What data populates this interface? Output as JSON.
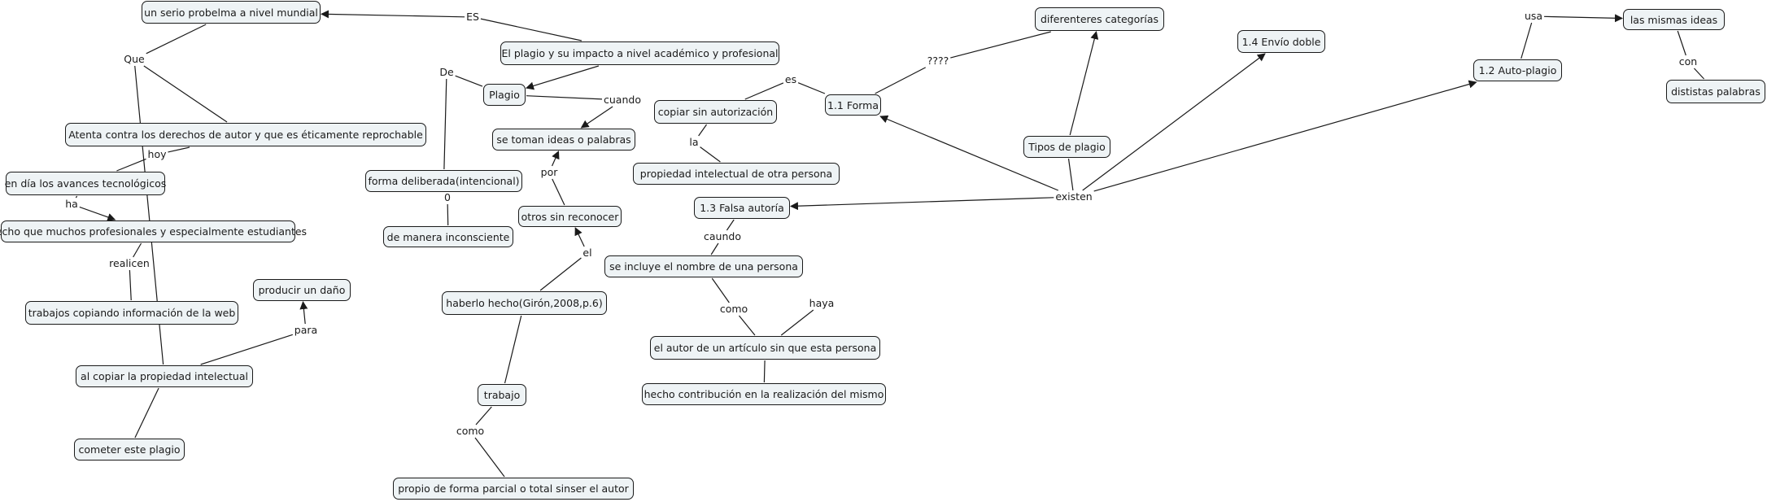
{
  "diagram": {
    "type": "concept-map",
    "colors": {
      "node_fill": "#eef3f5",
      "node_border": "#1a1a1a",
      "line": "#1a1a1a",
      "background": "#ffffff"
    },
    "nodes": [
      {
        "id": "n1",
        "label": "un serio probelma a nivel mundial"
      },
      {
        "id": "n2",
        "label": "El plagio y su impacto a nivel académico y profesional"
      },
      {
        "id": "n3",
        "label": "Plagio"
      },
      {
        "id": "n4",
        "label": "se toman ideas o palabras"
      },
      {
        "id": "n5",
        "label": "Atenta contra los derechos de autor y que es éticamente reprochable"
      },
      {
        "id": "n6",
        "label": "en día los avances tecnológicos"
      },
      {
        "id": "n7",
        "label": "hecho que muchos profesionales y especialmente estudiantes"
      },
      {
        "id": "n8",
        "label": "trabajos copiando información de la web"
      },
      {
        "id": "n9",
        "label": "producir un daño"
      },
      {
        "id": "n10",
        "label": "al copiar la propiedad intelectual"
      },
      {
        "id": "n11",
        "label": "cometer este plagio"
      },
      {
        "id": "n12",
        "label": "forma deliberada(intencional)"
      },
      {
        "id": "n13",
        "label": "de manera inconsciente"
      },
      {
        "id": "n14",
        "label": "otros sin reconocer"
      },
      {
        "id": "n15",
        "label": "haberlo hecho(Girón,2008,p.6)"
      },
      {
        "id": "n16",
        "label": "trabajo"
      },
      {
        "id": "n17",
        "label": "propio de forma parcial o total sinser el autor"
      },
      {
        "id": "n18",
        "label": "copiar sin autorización"
      },
      {
        "id": "n19",
        "label": "propiedad intelectual de otra persona"
      },
      {
        "id": "n20",
        "label": "1.3 Falsa autoría"
      },
      {
        "id": "n21",
        "label": "se incluye el nombre de una persona"
      },
      {
        "id": "n22",
        "label": "el autor de un artículo sin que esta persona"
      },
      {
        "id": "n23",
        "label": "hecho contribución en la realización del mismo"
      },
      {
        "id": "n24",
        "label": "1.1 Forma"
      },
      {
        "id": "n25",
        "label": "diferenteres categorías"
      },
      {
        "id": "n26",
        "label": "Tipos de plagio"
      },
      {
        "id": "n27",
        "label": "1.4 Envío doble"
      },
      {
        "id": "n28",
        "label": "1.2 Auto-plagio"
      },
      {
        "id": "n29",
        "label": "las mismas ideas"
      },
      {
        "id": "n30",
        "label": "dististas palabras"
      }
    ],
    "links": [
      {
        "id": "l_es_top",
        "label": "ES"
      },
      {
        "id": "l_que",
        "label": "Que"
      },
      {
        "id": "l_hoy",
        "label": "hoy"
      },
      {
        "id": "l_ha",
        "label": "ha"
      },
      {
        "id": "l_realicen",
        "label": "realicen"
      },
      {
        "id": "l_para",
        "label": "para"
      },
      {
        "id": "l_de",
        "label": "De"
      },
      {
        "id": "l_o",
        "label": "0"
      },
      {
        "id": "l_cuando",
        "label": "cuando"
      },
      {
        "id": "l_por",
        "label": "por"
      },
      {
        "id": "l_el",
        "label": "el"
      },
      {
        "id": "l_como1",
        "label": "como"
      },
      {
        "id": "l_es",
        "label": "es"
      },
      {
        "id": "l_la",
        "label": "la"
      },
      {
        "id": "l_caundo",
        "label": "caundo"
      },
      {
        "id": "l_como2",
        "label": "como"
      },
      {
        "id": "l_haya",
        "label": "haya"
      },
      {
        "id": "l_qqqq",
        "label": "????"
      },
      {
        "id": "l_existen",
        "label": "existen"
      },
      {
        "id": "l_usa",
        "label": "usa"
      },
      {
        "id": "l_con",
        "label": "con"
      }
    ],
    "connections": [
      {
        "from": "n2",
        "to": "l_es_top",
        "arrow": false
      },
      {
        "from": "l_es_top",
        "to": "n1",
        "arrow": true
      },
      {
        "from": "n2",
        "to": "n3",
        "arrow": true
      },
      {
        "from": "n1",
        "to": "l_que",
        "arrow": false
      },
      {
        "from": "l_que",
        "to": "n5",
        "arrow": false
      },
      {
        "from": "l_que",
        "to": "n10",
        "arrow": false
      },
      {
        "from": "n5",
        "to": "l_hoy",
        "arrow": false
      },
      {
        "from": "l_hoy",
        "to": "n6",
        "arrow": false
      },
      {
        "from": "n6",
        "to": "l_ha",
        "arrow": false
      },
      {
        "from": "l_ha",
        "to": "n7",
        "arrow": true
      },
      {
        "from": "n7",
        "to": "l_realicen",
        "arrow": false
      },
      {
        "from": "l_realicen",
        "to": "n8",
        "arrow": false
      },
      {
        "from": "n10",
        "to": "l_para",
        "arrow": false
      },
      {
        "from": "l_para",
        "to": "n9",
        "arrow": true
      },
      {
        "from": "n10",
        "to": "n11",
        "arrow": false
      },
      {
        "from": "n3",
        "to": "l_de",
        "arrow": false
      },
      {
        "from": "l_de",
        "to": "n12",
        "arrow": false
      },
      {
        "from": "n12",
        "to": "l_o",
        "arrow": false
      },
      {
        "from": "l_o",
        "to": "n13",
        "arrow": false
      },
      {
        "from": "n3",
        "to": "l_cuando",
        "arrow": false
      },
      {
        "from": "l_cuando",
        "to": "n4",
        "arrow": true
      },
      {
        "from": "n14",
        "to": "l_por",
        "arrow": false
      },
      {
        "from": "l_por",
        "to": "n4",
        "arrow": true
      },
      {
        "from": "n15",
        "to": "l_el",
        "arrow": false
      },
      {
        "from": "l_el",
        "to": "n14",
        "arrow": true
      },
      {
        "from": "n15",
        "to": "n16",
        "arrow": false
      },
      {
        "from": "n16",
        "to": "l_como1",
        "arrow": false
      },
      {
        "from": "l_como1",
        "to": "n17",
        "arrow": false
      },
      {
        "from": "n24",
        "to": "l_es",
        "arrow": false
      },
      {
        "from": "l_es",
        "to": "n18",
        "arrow": false
      },
      {
        "from": "n18",
        "to": "l_la",
        "arrow": false
      },
      {
        "from": "l_la",
        "to": "n19",
        "arrow": false
      },
      {
        "from": "n20",
        "to": "l_caundo",
        "arrow": false
      },
      {
        "from": "l_caundo",
        "to": "n21",
        "arrow": false
      },
      {
        "from": "n21",
        "to": "l_como2",
        "arrow": false
      },
      {
        "from": "l_como2",
        "to": "n22",
        "arrow": false
      },
      {
        "from": "n22",
        "to": "l_haya",
        "arrow": false
      },
      {
        "from": "n22",
        "to": "n23",
        "arrow": false
      },
      {
        "from": "n24",
        "to": "l_qqqq",
        "arrow": false
      },
      {
        "from": "l_qqqq",
        "to": "n25",
        "arrow": false
      },
      {
        "from": "n26",
        "to": "n25",
        "arrow": true
      },
      {
        "from": "n26",
        "to": "l_existen",
        "arrow": false
      },
      {
        "from": "l_existen",
        "to": "n24",
        "arrow": true
      },
      {
        "from": "l_existen",
        "to": "n20",
        "arrow": true
      },
      {
        "from": "l_existen",
        "to": "n27",
        "arrow": true
      },
      {
        "from": "l_existen",
        "to": "n28",
        "arrow": true
      },
      {
        "from": "n28",
        "to": "l_usa",
        "arrow": false
      },
      {
        "from": "l_usa",
        "to": "n29",
        "arrow": true
      },
      {
        "from": "n29",
        "to": "l_con",
        "arrow": false
      },
      {
        "from": "l_con",
        "to": "n30",
        "arrow": false
      }
    ]
  }
}
